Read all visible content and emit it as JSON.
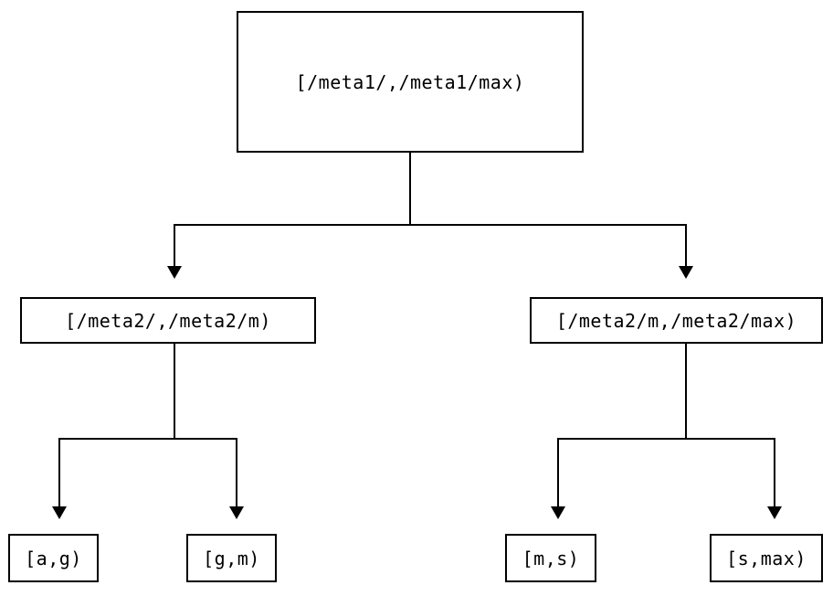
{
  "diagram": {
    "title": "range-partition-tree",
    "background_color": "#ffffff",
    "line_color": "#000000",
    "text_color": "#000000",
    "levels": [
      {
        "name": "root",
        "nodes": [
          {
            "id": "root",
            "label": "[/meta1/,/meta1/max)"
          }
        ]
      },
      {
        "name": "meta2-level",
        "nodes": [
          {
            "id": "meta2-left",
            "label": "[/meta2/,/meta2/m)"
          },
          {
            "id": "meta2-right",
            "label": "[/meta2/m,/meta2/max)"
          }
        ]
      },
      {
        "name": "leaf-level",
        "nodes": [
          {
            "id": "leaf-a-g",
            "label": "[a,g)"
          },
          {
            "id": "leaf-g-m",
            "label": "[g,m)"
          },
          {
            "id": "leaf-m-s",
            "label": "[m,s)"
          },
          {
            "id": "leaf-s-max",
            "label": "[s,max)"
          }
        ]
      }
    ]
  }
}
